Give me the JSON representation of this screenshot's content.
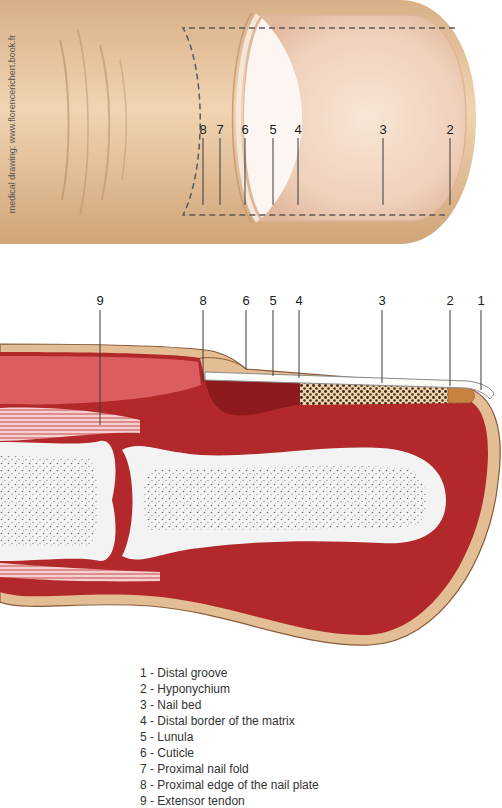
{
  "diagram": {
    "labels": [
      "medical drawing: www.florencerichert.book.fr",
      "8",
      "7",
      "6",
      "5",
      "4",
      "3",
      "2",
      "9",
      "8",
      "6",
      "5",
      "4",
      "3",
      "2",
      "1",
      "1 - Distal groove",
      "2 - Hyponychium",
      "3 - Nail bed",
      "4 - Distal border of the matrix",
      "5 - Lunula",
      "6 - Cuticle",
      "7 - Proximal nail fold",
      "8 - Proximal edge of the nail plate",
      "9 - Extensor tendon"
    ]
  }
}
